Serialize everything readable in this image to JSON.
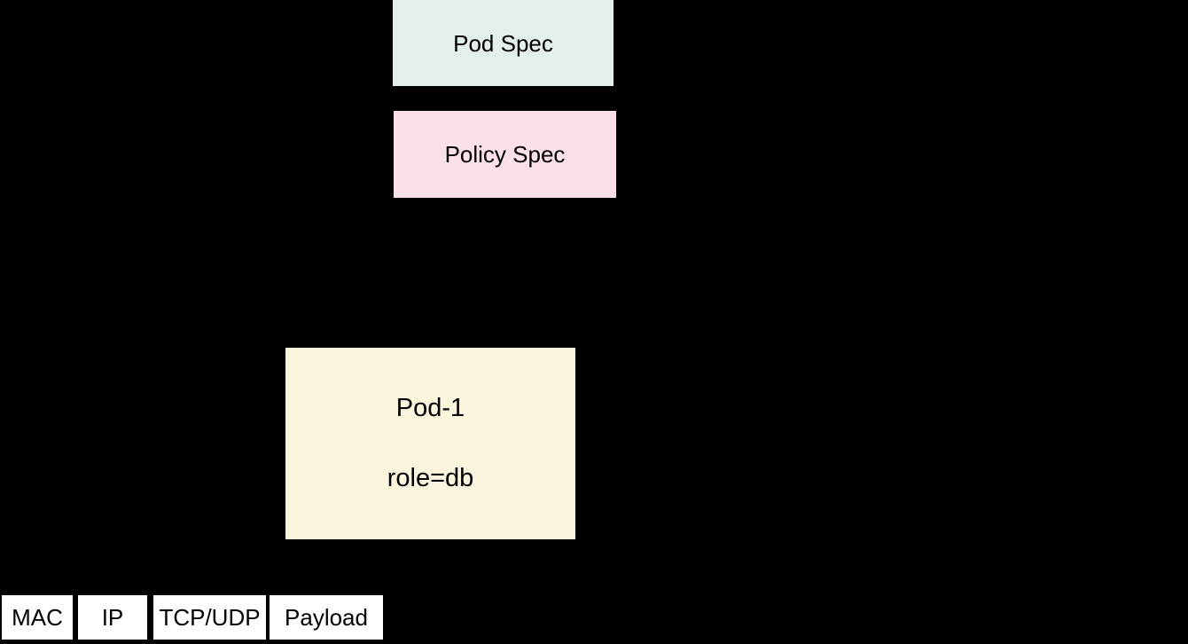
{
  "diagram": {
    "background_color": "#000000",
    "text_color": "#000000",
    "nodes": {
      "pod_spec": {
        "label": "Pod Spec",
        "bg": "#E2F0E8"
      },
      "policy_spec": {
        "label": "Policy Spec",
        "bg": "#FBDFE9"
      },
      "pod1": {
        "title": "Pod-1",
        "subtitle": "role=db",
        "bg": "#FBF5DE"
      }
    },
    "packet": {
      "bg": "#FFFFFF",
      "fields": [
        {
          "label": "MAC"
        },
        {
          "label": "IP"
        },
        {
          "label": "TCP/UDP"
        },
        {
          "label": "Payload"
        }
      ]
    }
  }
}
